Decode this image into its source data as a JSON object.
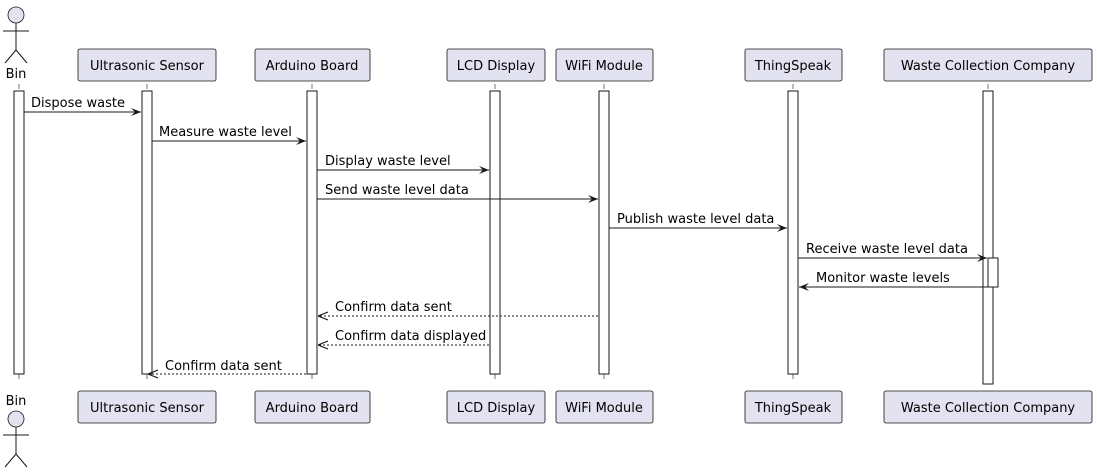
{
  "participants": [
    {
      "id": "bin",
      "label": "Bin",
      "kind": "actor"
    },
    {
      "id": "sensor",
      "label": "Ultrasonic Sensor",
      "kind": "participant"
    },
    {
      "id": "arduino",
      "label": "Arduino Board",
      "kind": "participant"
    },
    {
      "id": "lcd",
      "label": "LCD Display",
      "kind": "participant"
    },
    {
      "id": "wifi",
      "label": "WiFi Module",
      "kind": "participant"
    },
    {
      "id": "thingspeak",
      "label": "ThingSpeak",
      "kind": "participant"
    },
    {
      "id": "wcc",
      "label": "Waste Collection Company",
      "kind": "participant"
    }
  ],
  "messages": [
    {
      "from": "bin",
      "to": "sensor",
      "label": "Dispose waste",
      "style": "solid"
    },
    {
      "from": "sensor",
      "to": "arduino",
      "label": "Measure waste level",
      "style": "solid"
    },
    {
      "from": "arduino",
      "to": "lcd",
      "label": "Display waste level",
      "style": "solid"
    },
    {
      "from": "arduino",
      "to": "wifi",
      "label": "Send waste level data",
      "style": "solid"
    },
    {
      "from": "wifi",
      "to": "thingspeak",
      "label": "Publish waste level data",
      "style": "solid"
    },
    {
      "from": "thingspeak",
      "to": "wcc",
      "label": "Receive waste level data",
      "style": "solid"
    },
    {
      "from": "wcc",
      "to": "thingspeak",
      "label": "Monitor waste levels",
      "style": "solid"
    },
    {
      "from": "wifi",
      "to": "arduino",
      "label": "Confirm data sent",
      "style": "dashed"
    },
    {
      "from": "lcd",
      "to": "arduino",
      "label": "Confirm data displayed",
      "style": "dashed"
    },
    {
      "from": "arduino",
      "to": "sensor",
      "label": "Confirm data sent",
      "style": "dashed"
    }
  ]
}
